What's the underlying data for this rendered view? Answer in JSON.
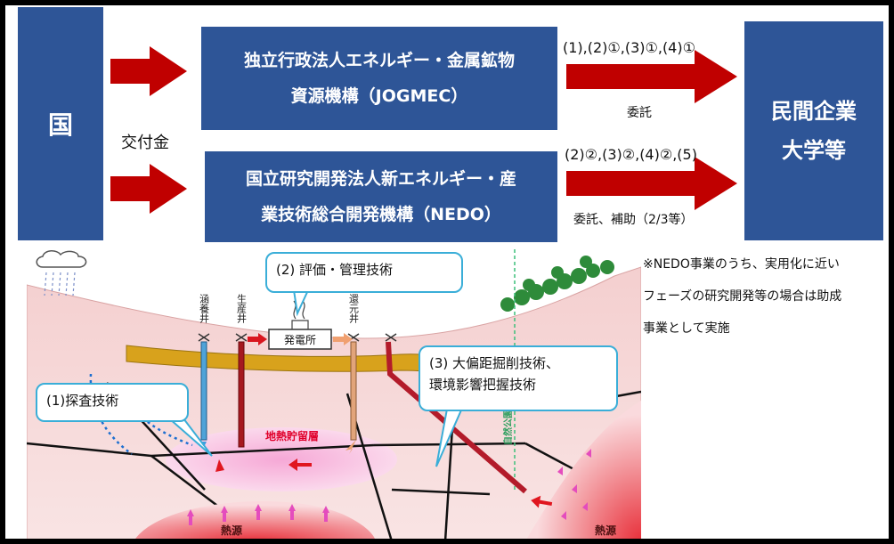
{
  "top": {
    "kuni": "国",
    "kofukin": "交付金",
    "jogmec": {
      "line1": "独立行政法人エネルギー・金属鉱物",
      "line2": "資源機構（JOGMEC）"
    },
    "nedo": {
      "line1": "国立研究開発法人新エネルギー・産",
      "line2": "業技術総合開発機構（NEDO）"
    },
    "arrow1_top": "(1),(2)①,(3)①,(4)①",
    "arrow1_bottom": "委託",
    "arrow2_top": "(2)②,(3)②,(4)②,(5)",
    "arrow2_bottom": "委託、補助（2/3等）",
    "private": {
      "line1": "民間企業",
      "line2": "大学等"
    }
  },
  "note": {
    "line1": "※NEDO事業のうち、実用化に近い",
    "line2": "フェーズの研究開発等の場合は助成",
    "line3": "事業として実施"
  },
  "diagram": {
    "callout_eval": "(2) 評価・管理技術",
    "callout_explore": "(1)探査技術",
    "callout_drill_1": "(3) 大偏距掘削技術、",
    "callout_drill_2": "環境影響把握技術",
    "well_kanyo": "涵養井",
    "well_seisan": "生産井",
    "well_kangen": "還元井",
    "power_plant": "発電所",
    "reservoir": "地熱貯留層",
    "heat_source_left": "熱源",
    "heat_source_right": "熱源",
    "park_boundary": "自然公園境界"
  },
  "colors": {
    "box_blue": "#2e5597",
    "arrow_red": "#c00000",
    "callout_border": "#3aaed8"
  }
}
